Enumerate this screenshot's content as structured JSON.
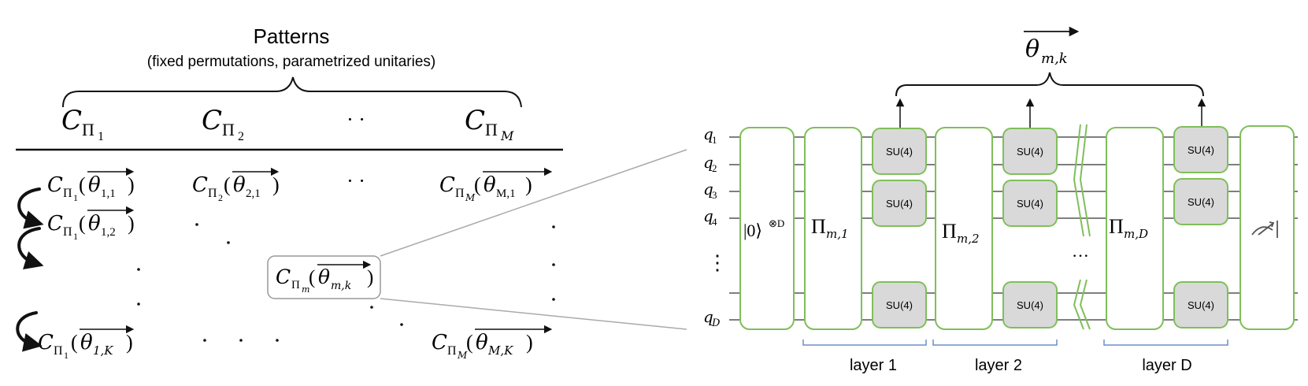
{
  "patterns": {
    "title": "Patterns",
    "subtitle": "(fixed permutations, parametrized unitaries)"
  },
  "table": {
    "headers": [
      {
        "base": "C",
        "sub": "Π",
        "sub2": "1"
      },
      {
        "base": "C",
        "sub": "Π",
        "sub2": "2"
      },
      {
        "base": "C",
        "sub": "Π",
        "sub2": "M"
      }
    ],
    "header_dots": "· ·",
    "rows": [
      {
        "cells": [
          {
            "sub2": "1",
            "theta": "θ",
            "idx": "1,1"
          },
          {
            "sub2": "2",
            "theta": "θ",
            "idx": "2,1"
          },
          {
            "sub2": "M",
            "theta": "θ",
            "idx": "M,1"
          }
        ]
      },
      {
        "cells": [
          {
            "sub2": "1",
            "theta": "θ",
            "idx": "1,2"
          }
        ]
      },
      {
        "cells": [
          {
            "sub2": "1",
            "theta": "θ",
            "idx": "1,K"
          },
          {
            "sub2": "M",
            "theta": "θ",
            "idx": "M,K"
          }
        ]
      }
    ],
    "highlight": {
      "sub2": "m",
      "theta": "θ",
      "idx": "m,k"
    }
  },
  "circuit": {
    "param_label": {
      "theta": "θ",
      "idx": "m,k"
    },
    "qubits": [
      {
        "name": "q",
        "sub": "1"
      },
      {
        "name": "q",
        "sub": "2"
      },
      {
        "name": "q",
        "sub": "3"
      },
      {
        "name": "q",
        "sub": "4"
      },
      {
        "name": "q",
        "sub": "D"
      }
    ],
    "vdots": "⋮",
    "hdots": "···",
    "init_state": {
      "ket": "|0⟩",
      "sup": "⊗D"
    },
    "permutations": [
      {
        "label": "Π",
        "sub": "m,1"
      },
      {
        "label": "Π",
        "sub": "m,2"
      },
      {
        "label": "Π",
        "sub": "m,D"
      }
    ],
    "gate_label": "SU(4)",
    "layers": [
      "layer 1",
      "layer 2",
      "layer D"
    ],
    "colors": {
      "box_stroke": "#7fbf5a",
      "gate_fill": "#d9d9d9",
      "bracket": "#6b8fc9"
    }
  }
}
